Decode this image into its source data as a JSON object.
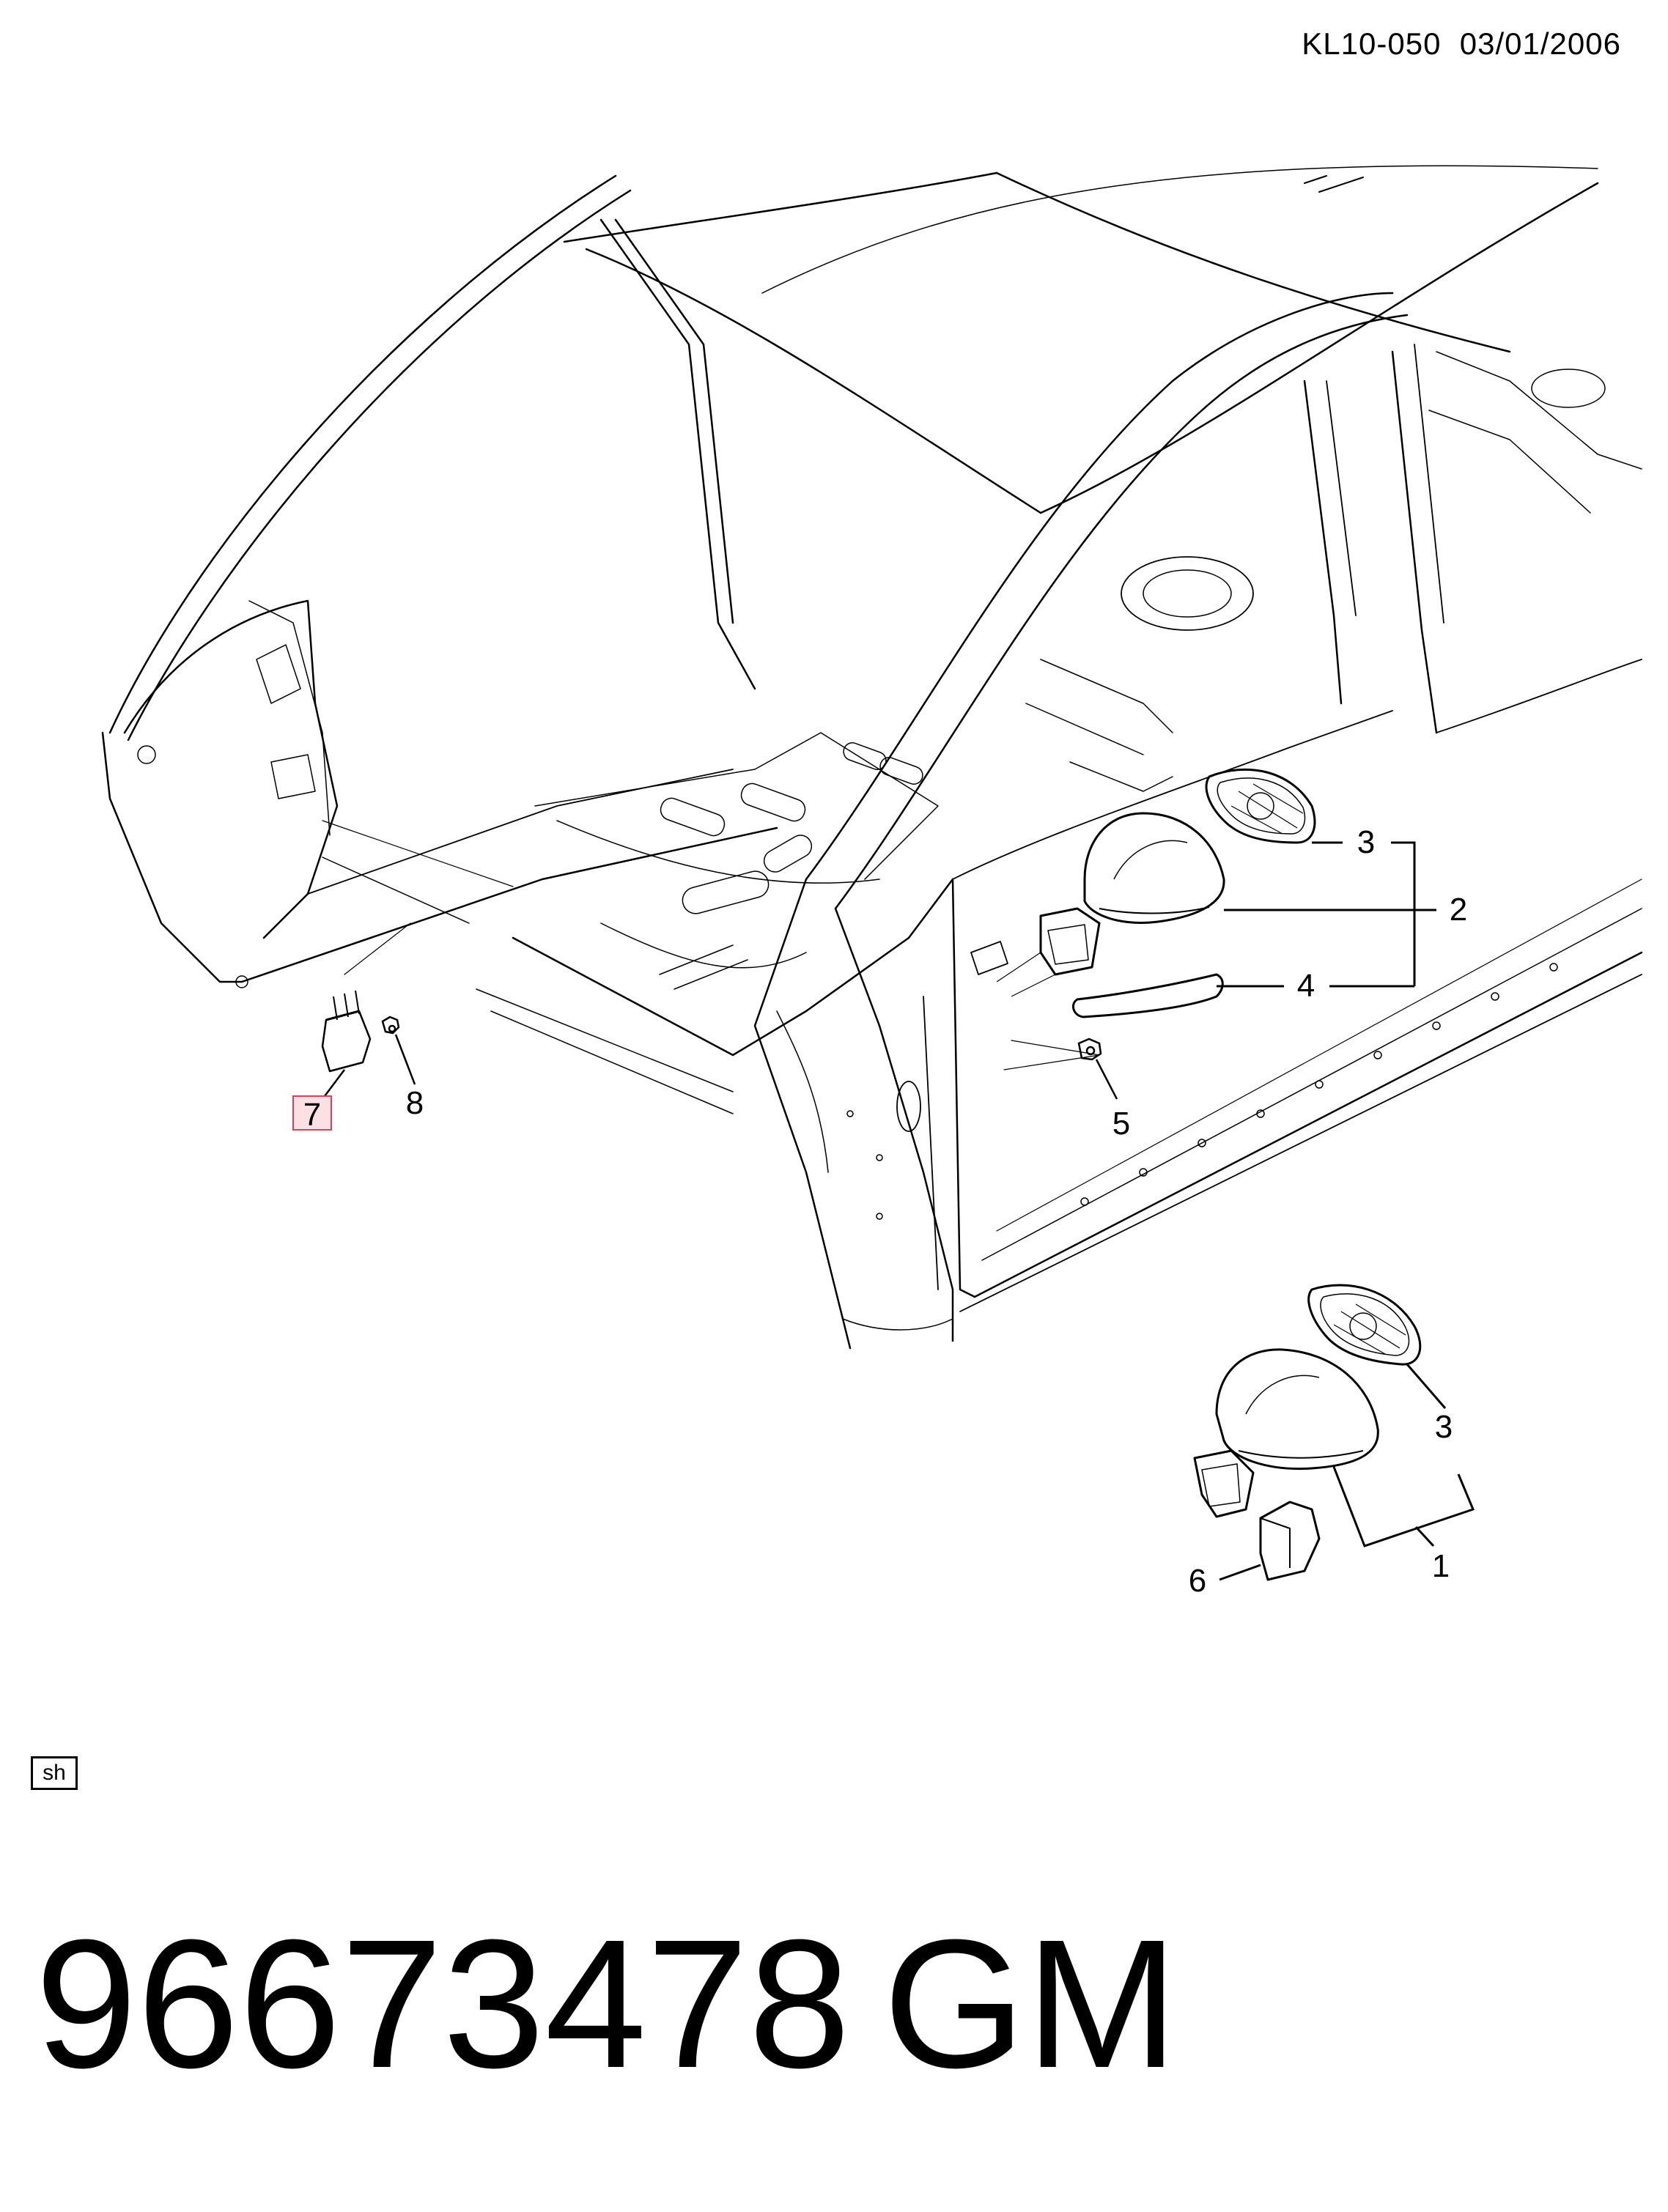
{
  "header": {
    "code": "KL10-050  03/01/2006"
  },
  "callouts": [
    {
      "id": "c1",
      "label": "1"
    },
    {
      "id": "c2",
      "label": "2"
    },
    {
      "id": "c3a",
      "label": "3"
    },
    {
      "id": "c3b",
      "label": "3"
    },
    {
      "id": "c4",
      "label": "4"
    },
    {
      "id": "c5",
      "label": "5"
    },
    {
      "id": "c6",
      "label": "6"
    },
    {
      "id": "c7",
      "label": "7",
      "highlighted": true
    },
    {
      "id": "c8",
      "label": "8"
    }
  ],
  "tag": {
    "label": "sh"
  },
  "footer": {
    "part_number": "96673478",
    "brand": "GM"
  },
  "colors": {
    "line": "#000000",
    "background": "#ffffff",
    "highlight_fill": "#fde0e3",
    "highlight_stroke": "#e23b55"
  }
}
